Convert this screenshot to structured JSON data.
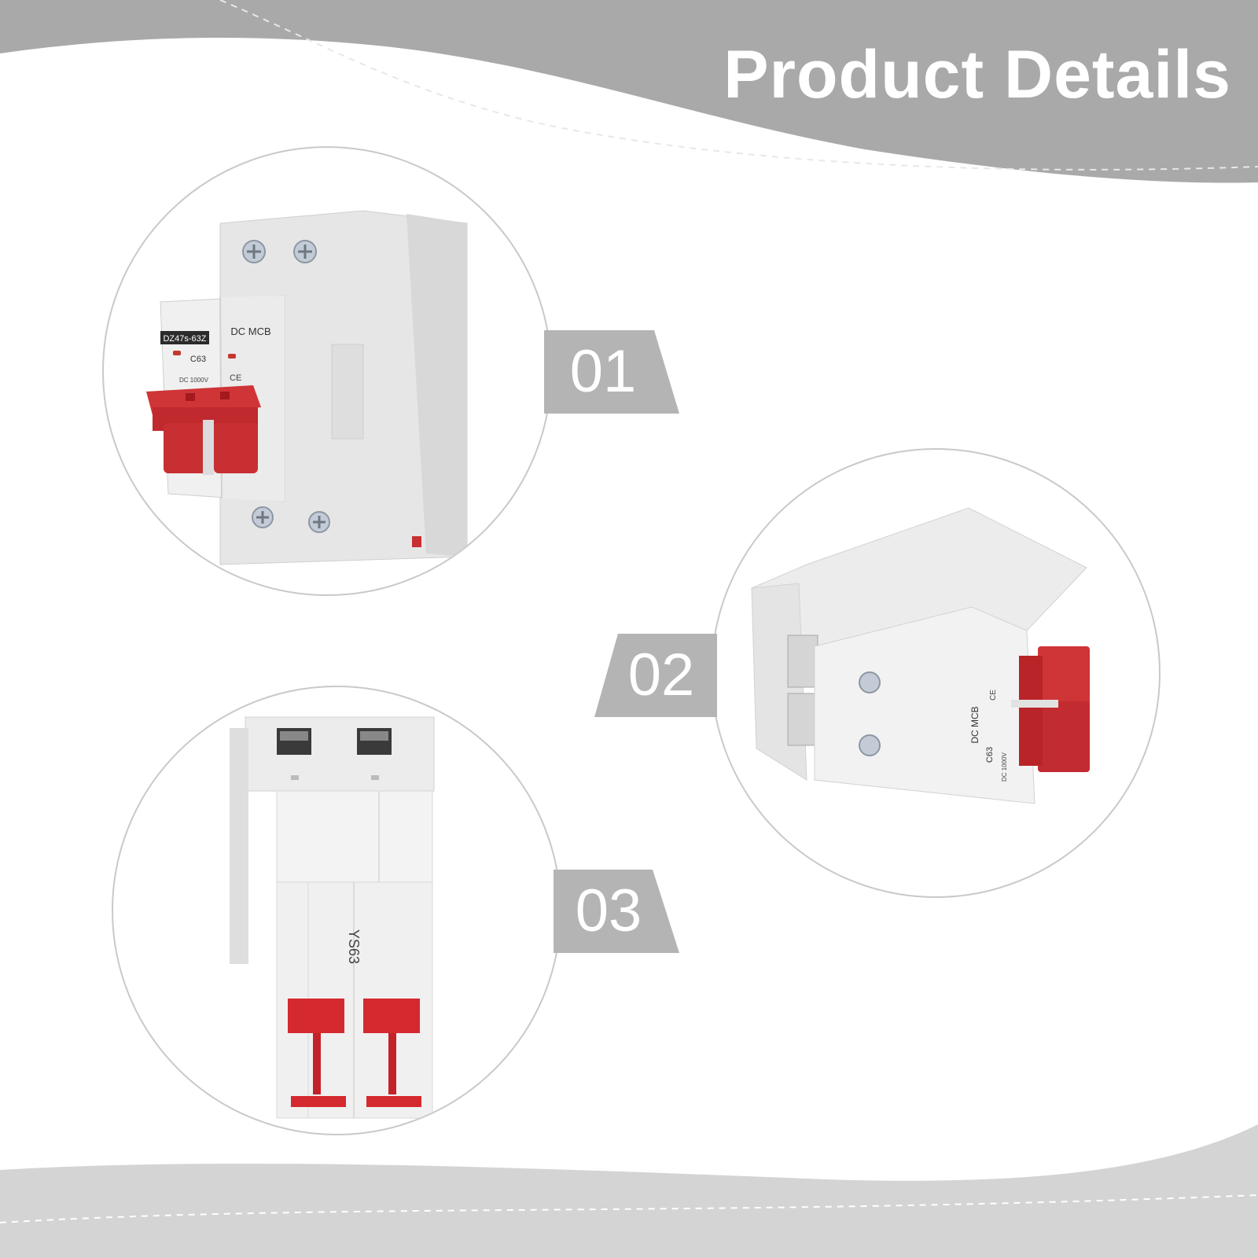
{
  "header": {
    "title": "Product Details"
  },
  "sections": [
    {
      "number": "01",
      "view": "front-angled",
      "labels": {
        "model": "DZ47s-63Z",
        "type": "DC MCB",
        "rating": "C63",
        "voltage": "DC 1000V",
        "mark": "CE"
      }
    },
    {
      "number": "02",
      "view": "side-lying",
      "labels": {
        "type": "DC MCB",
        "rating": "C63",
        "voltage": "DC 1000V",
        "mark": "CE"
      }
    },
    {
      "number": "03",
      "view": "bottom-end",
      "labels": {
        "code": "YS63"
      }
    }
  ],
  "colors": {
    "banner": "#a9a9a9",
    "footer": "#d4d4d4",
    "badge": "#b4b4b4",
    "breaker_body": "#e9e9e9",
    "handle": "#cf3437"
  }
}
